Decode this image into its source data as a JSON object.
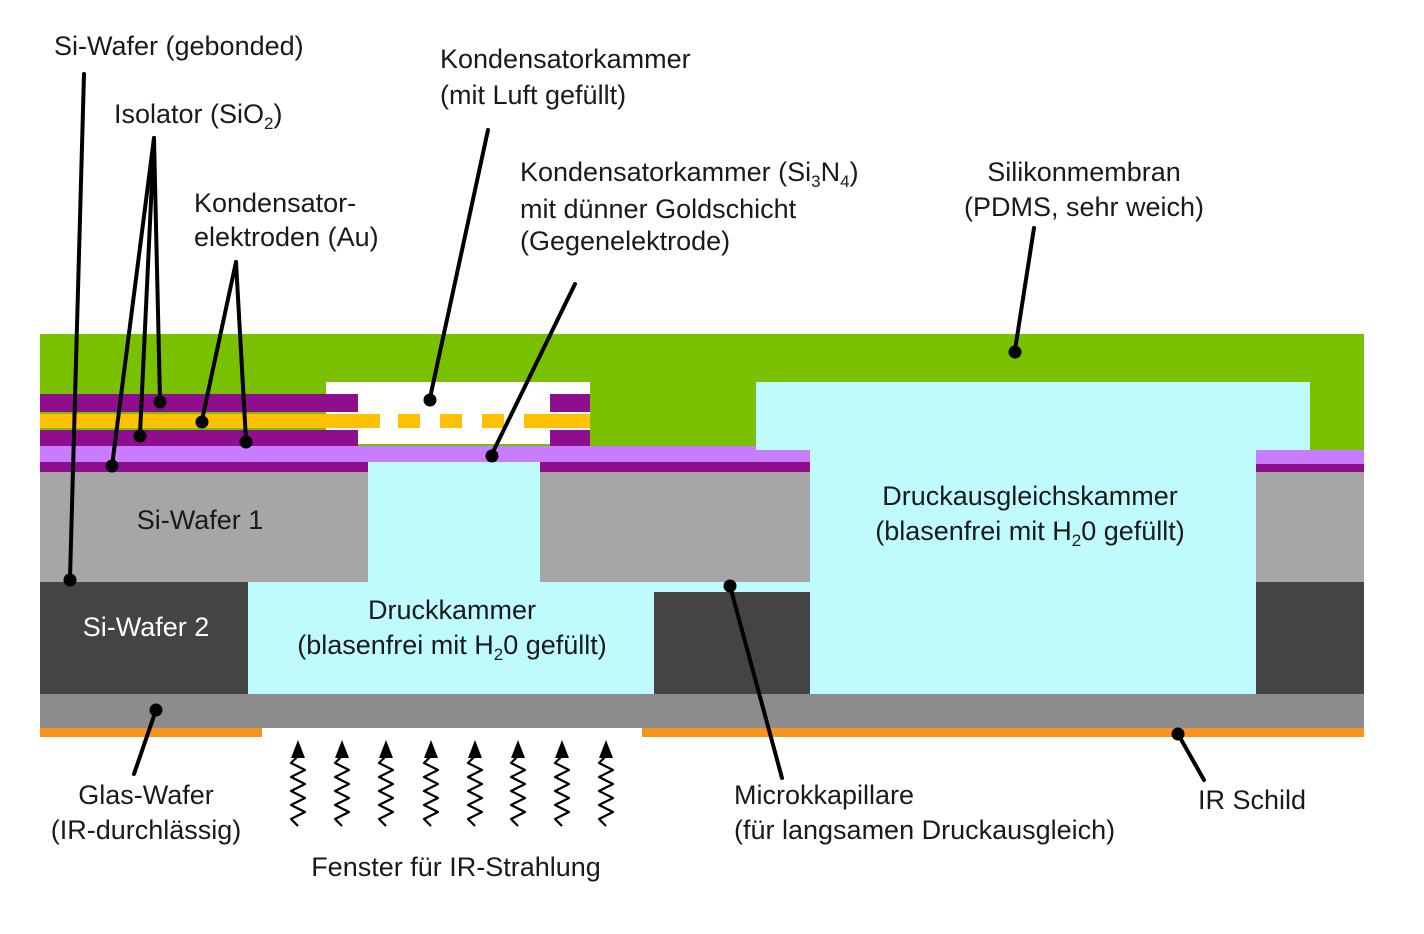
{
  "colors": {
    "pdms": "#78C000",
    "sio2": "#8E0E8E",
    "gold": "#FFC000",
    "si3n4": "#C87CFF",
    "water": "#BFFBFD",
    "wafer1": "#A6A6A6",
    "wafer2": "#444444",
    "glass": "#8C8C8C",
    "ir_shield": "#F7931E",
    "text_dark": "#1a1a1a",
    "text_light": "#ffffff"
  },
  "labels": {
    "si_wafer_bonded": "Si-Wafer (gebonded)",
    "isolator_prefix": "Isolator (SiO",
    "isolator_sub": "2",
    "isolator_suffix": ")",
    "kondensator_elektroden_1": "Kondensator-",
    "kondensator_elektroden_2": "elektroden (Au)",
    "kondensatorkammer_luft_1": "Kondensatorkammer",
    "kondensatorkammer_luft_2": "(mit Luft gefüllt)",
    "kondensatorkammer_si3n4_1a": "Kondensatorkammer (Si",
    "kondensatorkammer_si3n4_1b": "3",
    "kondensatorkammer_si3n4_1c": "N",
    "kondensatorkammer_si3n4_1d": "4",
    "kondensatorkammer_si3n4_1e": ")",
    "kondensatorkammer_si3n4_2": "mit dünner Goldschicht",
    "kondensatorkammer_si3n4_3": "(Gegenelektrode)",
    "silikonmembran_1": "Silikonmembran",
    "silikonmembran_2": "(PDMS, sehr weich)",
    "si_wafer_1": "Si-Wafer 1",
    "si_wafer_2": "Si-Wafer 2",
    "druckkammer_1": "Druckkammer",
    "druckkammer_2a": "(blasenfrei mit H",
    "druckkammer_2b": "2",
    "druckkammer_2c": "0 gefüllt)",
    "druckausgleich_1": "Druckausgleichskammer",
    "druckausgleich_2a": "(blasenfrei mit H",
    "druckausgleich_2b": "2",
    "druckausgleich_2c": "0 gefüllt)",
    "glas_wafer_1": "Glas-Wafer",
    "glas_wafer_2": "(IR-durchlässig)",
    "fenster": "Fenster für IR-Strahlung",
    "microkapillare_1": "Microkkapillare",
    "microkapillare_2": "(für langsamen Druckausgleich)",
    "ir_schild": "IR Schild"
  }
}
